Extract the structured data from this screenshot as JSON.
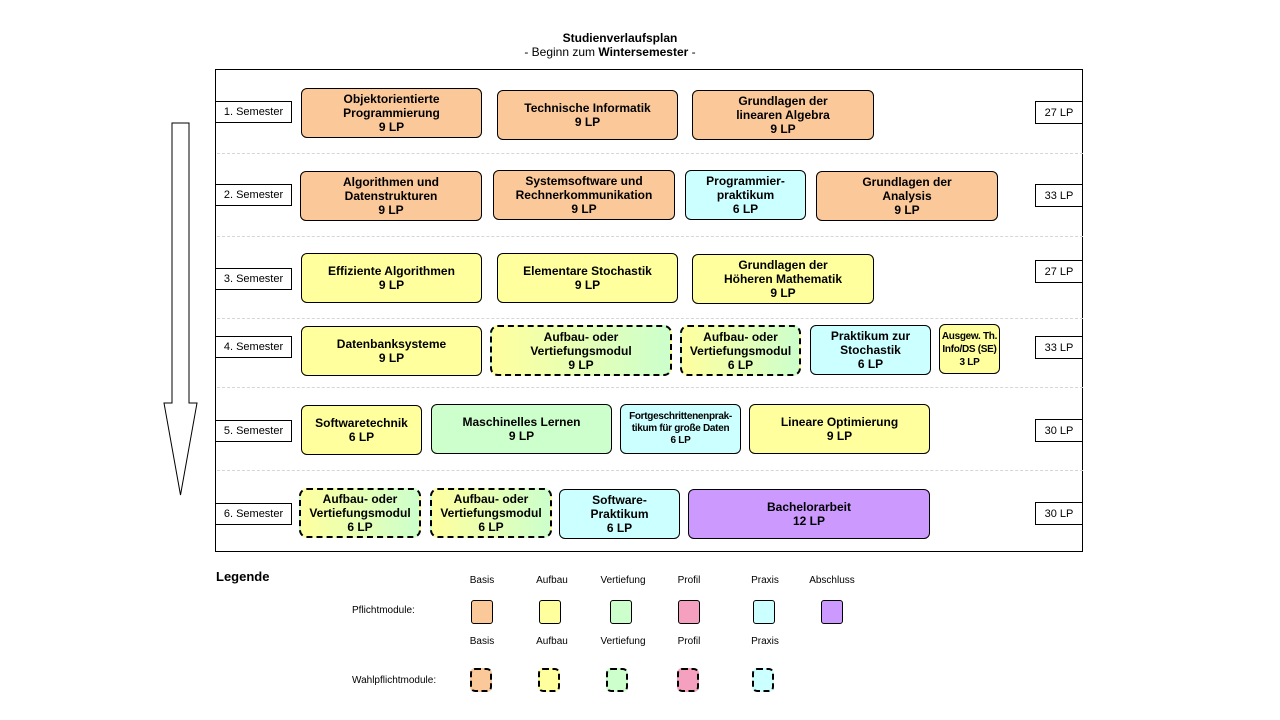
{
  "header": {
    "title": "Studienverlaufsplan",
    "subtitle_prefix": "- Beginn zum ",
    "subtitle_bold": "Wintersemester",
    "subtitle_suffix": " -"
  },
  "semesters": [
    {
      "label": "1. Semester",
      "credits": "27 LP"
    },
    {
      "label": "2. Semester",
      "credits": "33 LP"
    },
    {
      "label": "3. Semester",
      "credits": "27 LP"
    },
    {
      "label": "4. Semester",
      "credits": "33 LP"
    },
    {
      "label": "5. Semester",
      "credits": "30 LP"
    },
    {
      "label": "6. Semester",
      "credits": "30 LP"
    }
  ],
  "modules": [
    {
      "lines": [
        "Objektorientierte",
        "Programmierung",
        "9 LP"
      ],
      "category": "basis",
      "elective": false
    },
    {
      "lines": [
        "Technische Informatik",
        "9 LP"
      ],
      "category": "basis",
      "elective": false
    },
    {
      "lines": [
        "Grundlagen  der",
        "linearen Algebra",
        "9 LP"
      ],
      "category": "basis",
      "elective": false
    },
    {
      "lines": [
        "Algorithmen  und",
        "Datenstrukturen",
        "9 LP"
      ],
      "category": "basis",
      "elective": false
    },
    {
      "lines": [
        "Systemsoftware und",
        "Rechnerkommunikation",
        "9 LP"
      ],
      "category": "basis",
      "elective": false
    },
    {
      "lines": [
        "Programmier-",
        "praktikum",
        "6 LP"
      ],
      "category": "praxis",
      "elective": false
    },
    {
      "lines": [
        "Grundlagen  der",
        "Analysis",
        "9 LP"
      ],
      "category": "basis",
      "elective": false
    },
    {
      "lines": [
        "Effiziente Algorithmen",
        "9 LP"
      ],
      "category": "aufbau",
      "elective": false
    },
    {
      "lines": [
        "Elementare Stochastik",
        "9 LP"
      ],
      "category": "aufbau",
      "elective": false
    },
    {
      "lines": [
        "Grundlagen  der",
        "Höheren Mathematik",
        "9 LP"
      ],
      "category": "aufbau",
      "elective": false
    },
    {
      "lines": [
        "Datenbanksysteme",
        "9 LP"
      ],
      "category": "aufbau",
      "elective": false
    },
    {
      "lines": [
        "Aufbau-  oder",
        "Vertiefungsmodul",
        "9 LP"
      ],
      "category": "aufbau-vertiefung",
      "elective": true
    },
    {
      "lines": [
        "Aufbau-  oder",
        "Vertiefungsmodul",
        "6 LP"
      ],
      "category": "aufbau-vertiefung",
      "elective": true
    },
    {
      "lines": [
        "Praktikum zur",
        "Stochastik",
        "6 LP"
      ],
      "category": "praxis",
      "elective": false
    },
    {
      "lines": [
        "Ausgew. Th.",
        "Info/DS (SE)",
        "3 LP"
      ],
      "category": "aufbau",
      "elective": false
    },
    {
      "lines": [
        "Softwaretechnik",
        "6 LP"
      ],
      "category": "aufbau",
      "elective": false
    },
    {
      "lines": [
        "Maschinelles Lernen",
        "9 LP"
      ],
      "category": "vertiefung",
      "elective": false
    },
    {
      "lines": [
        "Fortgeschrittenenprak-",
        "tikum für große Daten",
        "6 LP"
      ],
      "category": "praxis",
      "elective": false
    },
    {
      "lines": [
        "Lineare Optimierung",
        "9 LP"
      ],
      "category": "aufbau",
      "elective": false
    },
    {
      "lines": [
        "Aufbau-  oder",
        "Vertiefungsmodul",
        "6 LP"
      ],
      "category": "aufbau-vertiefung",
      "elective": true
    },
    {
      "lines": [
        "Aufbau-  oder",
        "Vertiefungsmodul",
        "6 LP"
      ],
      "category": "aufbau-vertiefung",
      "elective": true
    },
    {
      "lines": [
        "Software-",
        "Praktikum",
        "6 LP"
      ],
      "category": "praxis",
      "elective": false
    },
    {
      "lines": [
        "Bachelorarbeit",
        "12 LP"
      ],
      "category": "abschluss",
      "elective": false
    }
  ],
  "legend": {
    "title": "Legende",
    "pflicht_label": "Pflichtmodule:",
    "wahlpflicht_label": "Wahlpflichtmodule:",
    "pflicht_categories": [
      "Basis",
      "Aufbau",
      "Vertiefung",
      "Profil",
      "Praxis",
      "Abschluss"
    ],
    "wahlpflicht_categories": [
      "Basis",
      "Aufbau",
      "Vertiefung",
      "Profil",
      "Praxis"
    ]
  },
  "colors": {
    "basis": "#fbc89a",
    "aufbau": "#ffff9e",
    "vertiefung": "#ccffcc",
    "profil": "#f6a0c0",
    "praxis": "#ccffff",
    "abschluss": "#cc99ff",
    "gradient_aufbau_vertiefung": [
      "#ffff9e",
      "#ccffcc"
    ]
  },
  "direction_arrow": "down-arrow-icon"
}
